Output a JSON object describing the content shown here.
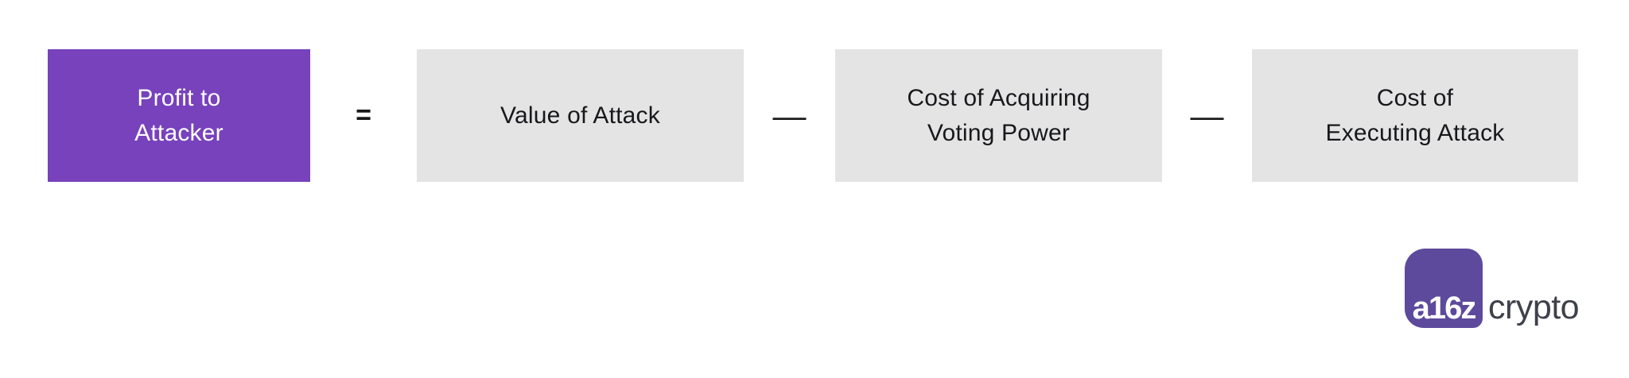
{
  "formula": {
    "result_label": "Profit to\nAttacker",
    "equals": "=",
    "minus": "—",
    "terms": [
      {
        "label": "Value of Attack"
      },
      {
        "label": "Cost of Acquiring\nVoting Power"
      },
      {
        "label": "Cost of\nExecuting Attack"
      }
    ]
  },
  "logo": {
    "mark_text": "a16z",
    "wordmark_text": "crypto"
  },
  "colors": {
    "result_box_bg": "#7742BC",
    "result_box_text": "#FFFFFF",
    "term_box_bg": "#E4E4E4",
    "term_box_text": "#17181C",
    "operator_text": "#1A1A1A",
    "logo_mark_bg": "#5D4A9C",
    "logo_mark_text": "#FFFFFF",
    "logo_wordmark_text": "#3E414A",
    "page_bg": "#FFFFFF"
  }
}
